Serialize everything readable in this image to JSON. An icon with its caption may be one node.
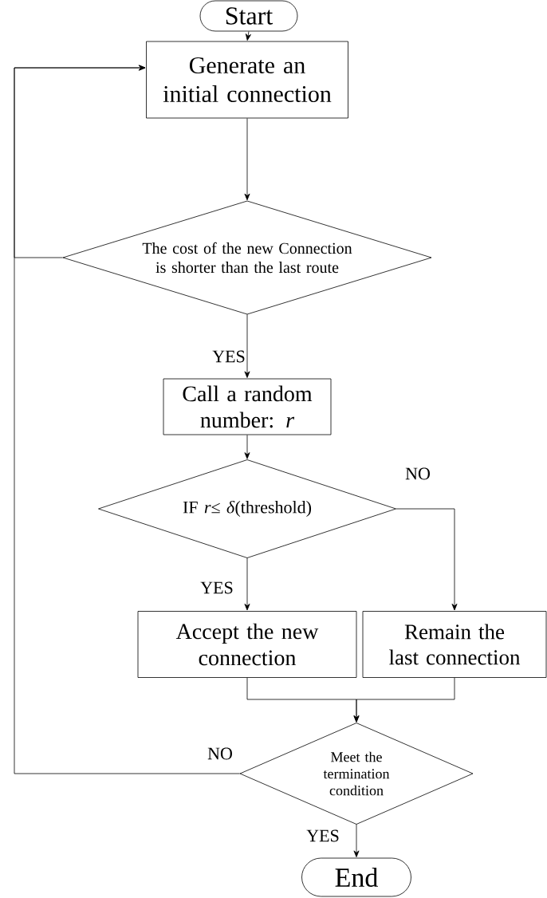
{
  "diagram": {
    "nodes": [
      {
        "text": [
          "Start"
        ]
      },
      {
        "text": [
          "Generate an initial connection"
        ]
      },
      {
        "text": [
          "The cost of the new Connection is shorter than the last route"
        ]
      },
      {
        "text": [
          "Call a random number: *r*"
        ]
      },
      {
        "text": [
          "IF *r*≤ *δ*(threshold)"
        ]
      },
      {
        "text": [
          "Accept the new connection"
        ]
      },
      {
        "text": [
          "Remain the last connection"
        ]
      },
      {
        "text": [
          "Meet the termination condition"
        ]
      },
      {
        "text": [
          "End"
        ]
      }
    ],
    "edges": [
      {
        "from": 0,
        "to": 1,
        "arrow": "to"
      },
      {
        "from": 1,
        "to": 2,
        "arrow": "to"
      },
      {
        "from": 2,
        "to": 1,
        "arrow": "to"
      },
      {
        "from": 2,
        "to": 3,
        "arrow": "to",
        "label": "YES"
      },
      {
        "from": 3,
        "to": 4,
        "arrow": "to"
      },
      {
        "from": 4,
        "to": 5,
        "arrow": "to",
        "label": "YES"
      },
      {
        "from": 4,
        "to": 6,
        "arrow": "to",
        "label": "NO"
      },
      {
        "from": 5,
        "to": 7,
        "arrow": "to"
      },
      {
        "from": 6,
        "to": 7,
        "arrow": "to"
      },
      {
        "from": 7,
        "to": 8,
        "arrow": "to",
        "label": "YES"
      },
      {
        "from": 7,
        "to": 1,
        "arrow": "to",
        "label": "NO"
      }
    ]
  }
}
